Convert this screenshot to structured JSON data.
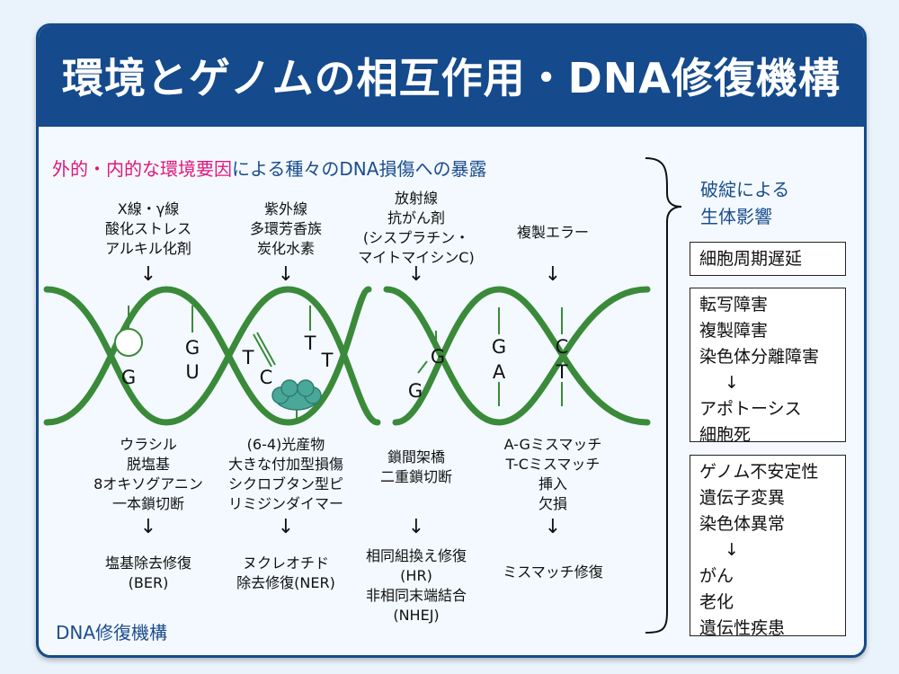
{
  "title": "環境とゲノムの相互作用・DNA修復機構",
  "exposure": {
    "pink": "外的・内的な環境要因",
    "rest": "による種々のDNA損傷への暴露"
  },
  "impact_title": [
    "破綻による",
    "生体影響"
  ],
  "causes": [
    [
      "X線・γ線",
      "酸化ストレス",
      "アルキル化剤"
    ],
    [
      "紫外線",
      "多環芳香族",
      "炭化水素"
    ],
    [
      "放射線",
      "抗がん剤",
      "(シスプラチン・",
      "マイトマイシンC)"
    ],
    [
      "複製エラー"
    ]
  ],
  "arrow": "↓",
  "bases": {
    "g1": "G",
    "g2": "G",
    "u": "U",
    "t1": "T",
    "c1": "C",
    "t2": "T",
    "t3": "T",
    "g3": "G",
    "g4": "G",
    "g5": "G",
    "a1": "A",
    "c2": "C",
    "t4": "T"
  },
  "damages": [
    [
      "ウラシル",
      "脱塩基",
      "8オキソグアニン",
      "一本鎖切断"
    ],
    [
      "(6-4)光産物",
      "大きな付加型損傷",
      "シクロブタン型ピ",
      "リミジンダイマー"
    ],
    [
      "鎖間架橋",
      "二重鎖切断"
    ],
    [
      "A-Gミスマッチ",
      "T-Cミスマッチ",
      "挿入",
      "欠損"
    ]
  ],
  "repairs": [
    [
      "塩基除去修復",
      "(BER)"
    ],
    [
      "ヌクレオチド",
      "除去修復(NER)"
    ],
    [
      "相同組換え修復",
      "(HR)",
      "非相同末端結合",
      "(NHEJ)"
    ],
    [
      "ミスマッチ修復"
    ]
  ],
  "repair_label": "DNA修復機構",
  "effects": [
    [
      "細胞周期遅延"
    ],
    [
      "転写障害",
      "複製障害",
      "染色体分離障害",
      "↓",
      "アポトーシス",
      "細胞死"
    ],
    [
      "ゲノム不安定性",
      "遺伝子変異",
      "染色体異常",
      "↓",
      "がん",
      "老化",
      "遺伝性疾患"
    ]
  ],
  "colors": {
    "primary": "#154a8c",
    "strand": "#3a8a3a",
    "accent": "#e0177a",
    "blob": "#4aa89a"
  }
}
